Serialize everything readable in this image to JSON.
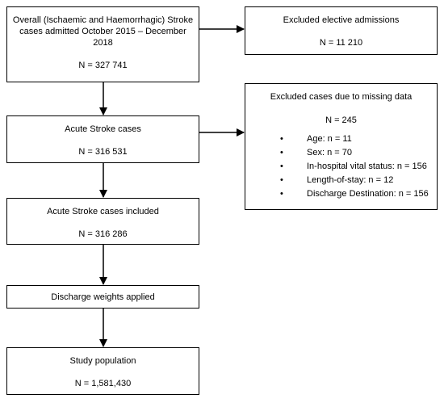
{
  "flowchart": {
    "overall": {
      "lines": [
        "Overall (Ischaemic and Haemorrhagic) Stroke",
        "cases admitted October 2015 – December",
        "2018"
      ],
      "count": "N = 327 741"
    },
    "acute": {
      "lines": [
        "Acute Stroke cases"
      ],
      "count": "N = 316 531"
    },
    "included": {
      "lines": [
        "Acute Stroke cases included"
      ],
      "count": "N = 316 286"
    },
    "weights": {
      "lines": [
        "Discharge weights applied"
      ]
    },
    "study": {
      "lines": [
        "Study population"
      ],
      "count": "N = 1,581,430"
    },
    "elective": {
      "lines": [
        "Excluded elective admissions"
      ],
      "count": "N = 11 210"
    },
    "missing": {
      "lines": [
        "Excluded cases due to missing data"
      ],
      "count": "N = 245",
      "bullet_symbol": "•",
      "items": [
        "Age: n = 11",
        "Sex: n = 70",
        "In-hospital vital status: n = 156",
        "Length-of-stay: n = 12",
        "Discharge Destination: n = 156"
      ]
    }
  }
}
